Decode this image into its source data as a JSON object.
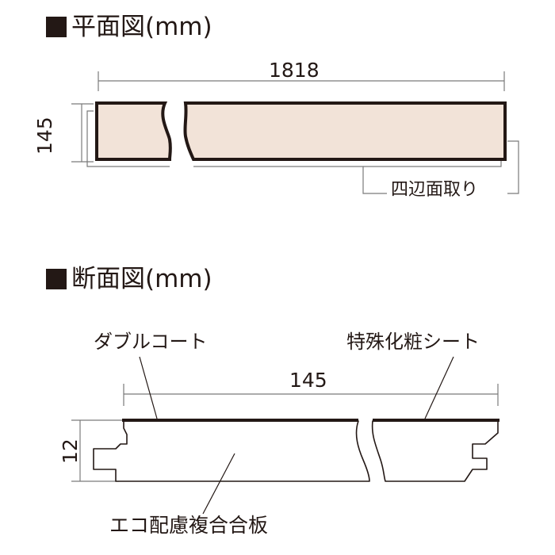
{
  "plan": {
    "title": "平面図(mm)",
    "length": "1818",
    "width": "145",
    "chamfer_label": "四辺面取り",
    "board_fill": "#f2e3d8"
  },
  "section": {
    "title": "断面図(mm)",
    "width": "145",
    "thickness": "12",
    "top_coat_label": "ダブルコート",
    "sheet_label": "特殊化粧シート",
    "core_label": "エコ配慮複合合板"
  },
  "colors": {
    "ink": "#231815",
    "line": "#7a7a7a"
  }
}
